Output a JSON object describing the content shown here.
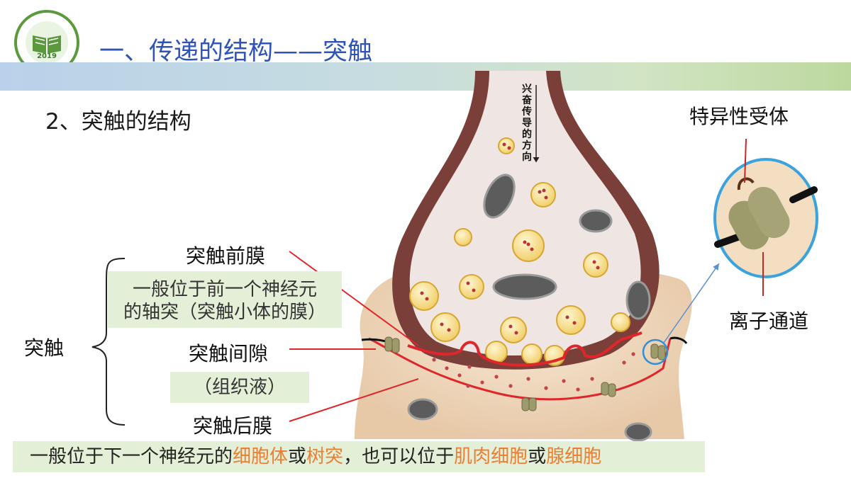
{
  "logo": {
    "year": "2019"
  },
  "header": {
    "title": "一、传递的结构——突触"
  },
  "subtitle": "2、突触的结构",
  "diagram": {
    "direction_label": "兴奋传导的方向",
    "labels": {
      "presynaptic_membrane": "突触前膜",
      "synaptic_cleft": "突触间隙",
      "postsynaptic_membrane": "突触后膜",
      "synapse": "突触",
      "specific_receptor": "特异性受体",
      "ion_channel": "离子通道"
    },
    "notes": {
      "presynaptic_line1": "一般位于前一个神经元",
      "presynaptic_line2": "的轴突（突触小体的膜）",
      "cleft": "（组织液）"
    },
    "bottom_note": {
      "part1": "一般位于下一个神经元的",
      "hl1": "细胞体",
      "part2": "或",
      "hl2": "树突",
      "part3": "，也可以位于",
      "hl3": "肌肉细胞",
      "part4": "或",
      "hl4": "腺细胞"
    }
  },
  "colors": {
    "title_blue": "#2e54b8",
    "highlight_orange": "#ed7d31",
    "membrane_red": "#e0262b",
    "note_green_bg": "#e3efd6"
  }
}
